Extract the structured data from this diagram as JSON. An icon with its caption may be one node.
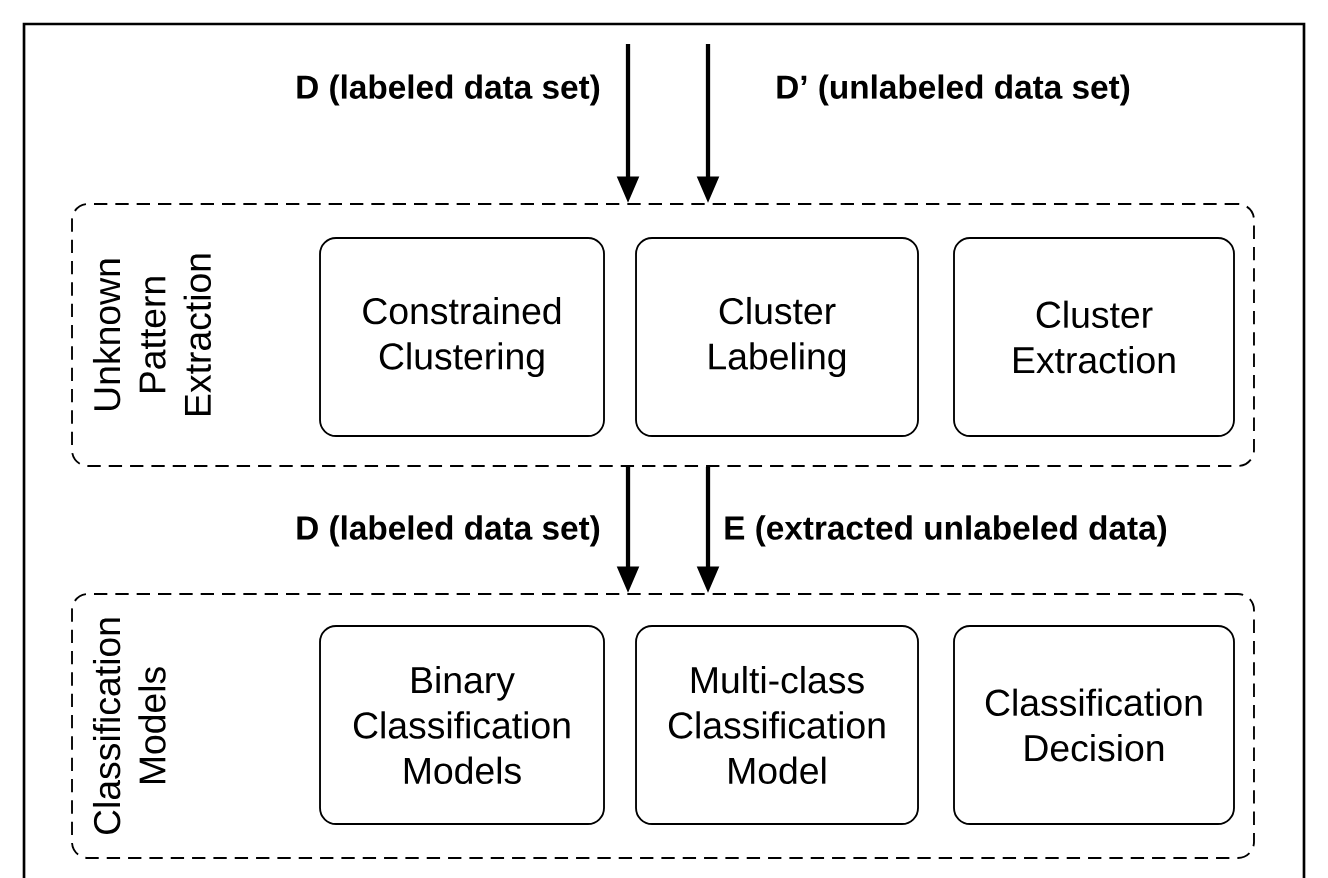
{
  "diagram": {
    "nodes": [
      {
        "text": [
          "Unknown Pattern Extraction"
        ]
      },
      {
        "text": [
          "Constrained Clustering"
        ],
        "in": 0
      },
      {
        "text": [
          "Cluster Labeling"
        ],
        "in": 0
      },
      {
        "text": [
          "Cluster Extraction"
        ],
        "in": 0
      },
      {
        "text": [
          "Classification Models"
        ]
      },
      {
        "text": [
          "Binary Classification Models"
        ],
        "in": 4
      },
      {
        "text": [
          "Multi-class Classification Model"
        ],
        "in": 4
      },
      {
        "text": [
          "Classification Decision"
        ],
        "in": 4
      }
    ],
    "edges": [
      {
        "from": null,
        "to": 0,
        "arrow": "to",
        "label": "D (labeled data set)"
      },
      {
        "from": null,
        "to": 0,
        "arrow": "to",
        "label": "D’ (unlabeled data set)"
      },
      {
        "from": 0,
        "to": 4,
        "arrow": "to",
        "label": "D (labeled data set)"
      },
      {
        "from": 0,
        "to": 4,
        "arrow": "to",
        "label": "E (extracted unlabeled data)"
      }
    ]
  }
}
